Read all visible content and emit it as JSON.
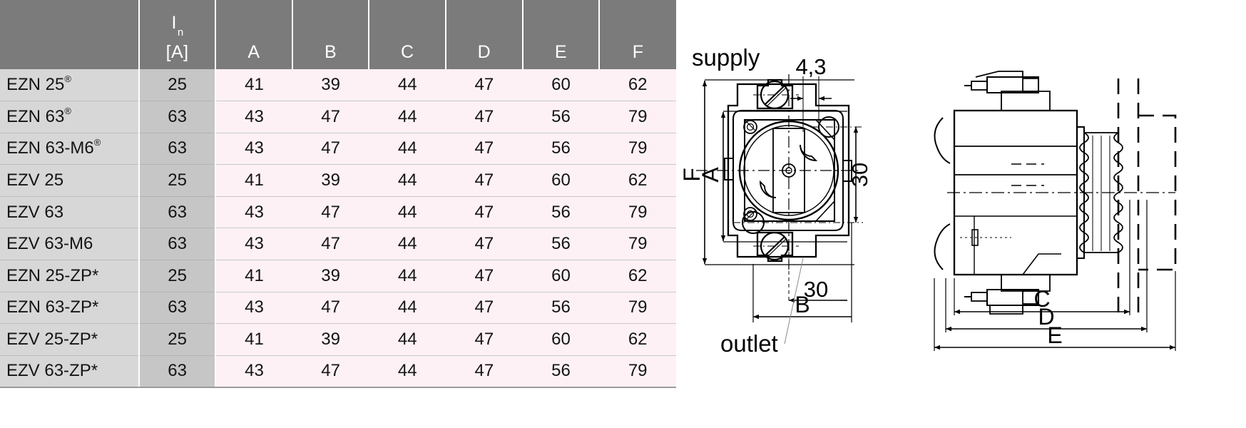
{
  "table": {
    "columns": [
      {
        "key": "name",
        "label": ""
      },
      {
        "key": "in",
        "label": "I",
        "sub": "n",
        "unit": "[A]"
      },
      {
        "key": "A",
        "label": "A"
      },
      {
        "key": "B",
        "label": "B"
      },
      {
        "key": "C",
        "label": "C"
      },
      {
        "key": "D",
        "label": "D"
      },
      {
        "key": "E",
        "label": "E"
      },
      {
        "key": "F",
        "label": "F"
      }
    ],
    "header": {
      "in_symbol": "I",
      "in_subscript": "n",
      "in_unit": "[A]",
      "A": "A",
      "B": "B",
      "C": "C",
      "D": "D",
      "E": "E",
      "F": "F"
    },
    "rows": [
      {
        "name": "EZN 25",
        "reg": "®",
        "in": "25",
        "A": "41",
        "B": "39",
        "C": "44",
        "D": "47",
        "E": "60",
        "F": "62"
      },
      {
        "name": "EZN 63",
        "reg": "®",
        "in": "63",
        "A": "43",
        "B": "47",
        "C": "44",
        "D": "47",
        "E": "56",
        "F": "79"
      },
      {
        "name": "EZN 63-M6",
        "reg": "®",
        "in": "63",
        "A": "43",
        "B": "47",
        "C": "44",
        "D": "47",
        "E": "56",
        "F": "79"
      },
      {
        "name": "EZV 25",
        "reg": "",
        "in": "25",
        "A": "41",
        "B": "39",
        "C": "44",
        "D": "47",
        "E": "60",
        "F": "62"
      },
      {
        "name": "EZV 63",
        "reg": "",
        "in": "63",
        "A": "43",
        "B": "47",
        "C": "44",
        "D": "47",
        "E": "56",
        "F": "79"
      },
      {
        "name": "EZV 63-M6",
        "reg": "",
        "in": "63",
        "A": "43",
        "B": "47",
        "C": "44",
        "D": "47",
        "E": "56",
        "F": "79"
      },
      {
        "name": "EZN 25-ZP*",
        "reg": "",
        "in": "25",
        "A": "41",
        "B": "39",
        "C": "44",
        "D": "47",
        "E": "60",
        "F": "62"
      },
      {
        "name": "EZN 63-ZP*",
        "reg": "",
        "in": "63",
        "A": "43",
        "B": "47",
        "C": "44",
        "D": "47",
        "E": "56",
        "F": "79"
      },
      {
        "name": "EZV 25-ZP*",
        "reg": "",
        "in": "25",
        "A": "41",
        "B": "39",
        "C": "44",
        "D": "47",
        "E": "60",
        "F": "62"
      },
      {
        "name": "EZV 63-ZP*",
        "reg": "",
        "in": "63",
        "A": "43",
        "B": "47",
        "C": "44",
        "D": "47",
        "E": "56",
        "F": "79"
      }
    ],
    "colors": {
      "header_bg": "#7b7b7b",
      "name_bg": "#d7d7d7",
      "in_bg": "#c6c6c6",
      "dim_bg": "#fdf1f6"
    }
  },
  "drawing": {
    "annotations": {
      "supply": "supply",
      "outlet": "outlet",
      "dim_4_3": "4,3",
      "dim_30_vertical": "30",
      "dim_30_horizontal": "30",
      "dim_F": "F",
      "dim_A": "A",
      "dim_B": "B",
      "dim_C": "C",
      "dim_D": "D",
      "dim_E": "E"
    },
    "views": {
      "front": "front-view-connector",
      "side": "side-view-connector"
    }
  }
}
